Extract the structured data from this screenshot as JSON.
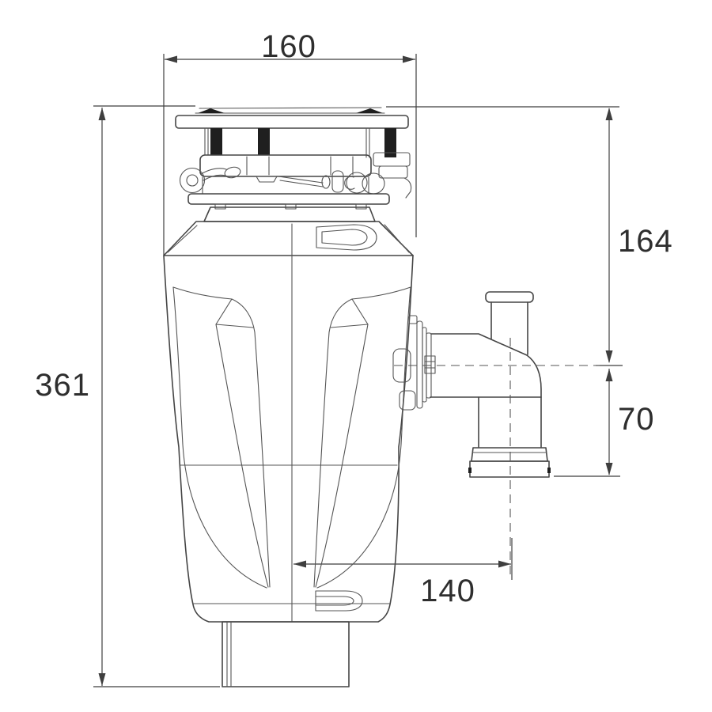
{
  "drawing": {
    "type": "technical-dimension-drawing",
    "subject": "food-waste-disposer-front-elevation",
    "dimensions": {
      "top_width": "160",
      "overall_height": "361",
      "flange_to_outlet_center": "164",
      "outlet_center_to_trap_bottom": "70",
      "body_center_to_trap_axis": "140"
    },
    "colors": {
      "background": "#ffffff",
      "drawing_line": "#454545",
      "detail_line": "#555555",
      "dimension_line": "#3f3f3f",
      "text": "#2e2e2e",
      "stud_fill": "#1f1f1f"
    }
  }
}
